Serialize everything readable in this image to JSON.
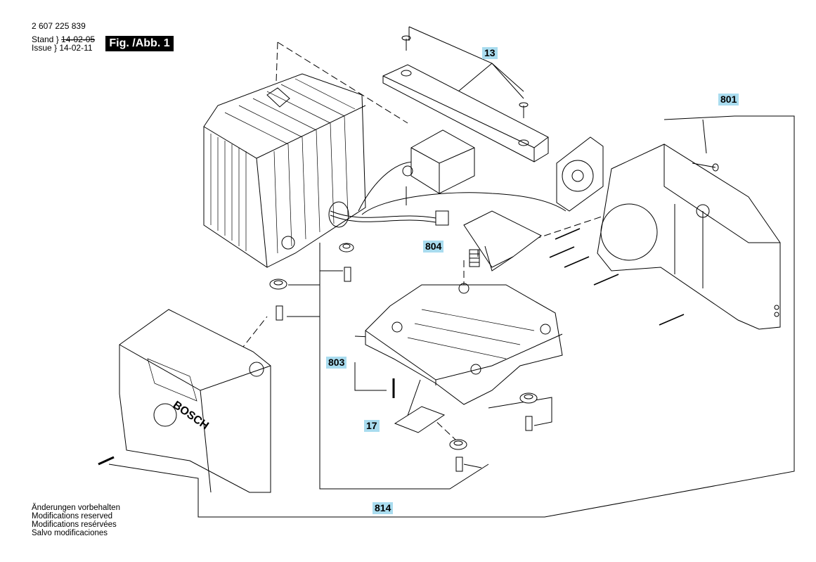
{
  "header": {
    "part_number": "2 607 225 839",
    "stand_label": "Stand",
    "stand_date": "14-02-05",
    "issue_label": "Issue",
    "issue_date": "14-02-11",
    "figure_label": "Fig. /Abb. 1"
  },
  "callouts": {
    "c13": "13",
    "c801": "801",
    "c804": "804",
    "c803": "803",
    "c17": "17",
    "c814": "814"
  },
  "notes": [
    "Änderungen vorbehalten",
    "Modifications reserved",
    "Modifications resérvées",
    "Salvo modificaciones"
  ],
  "accent_color": "#a9dcef"
}
